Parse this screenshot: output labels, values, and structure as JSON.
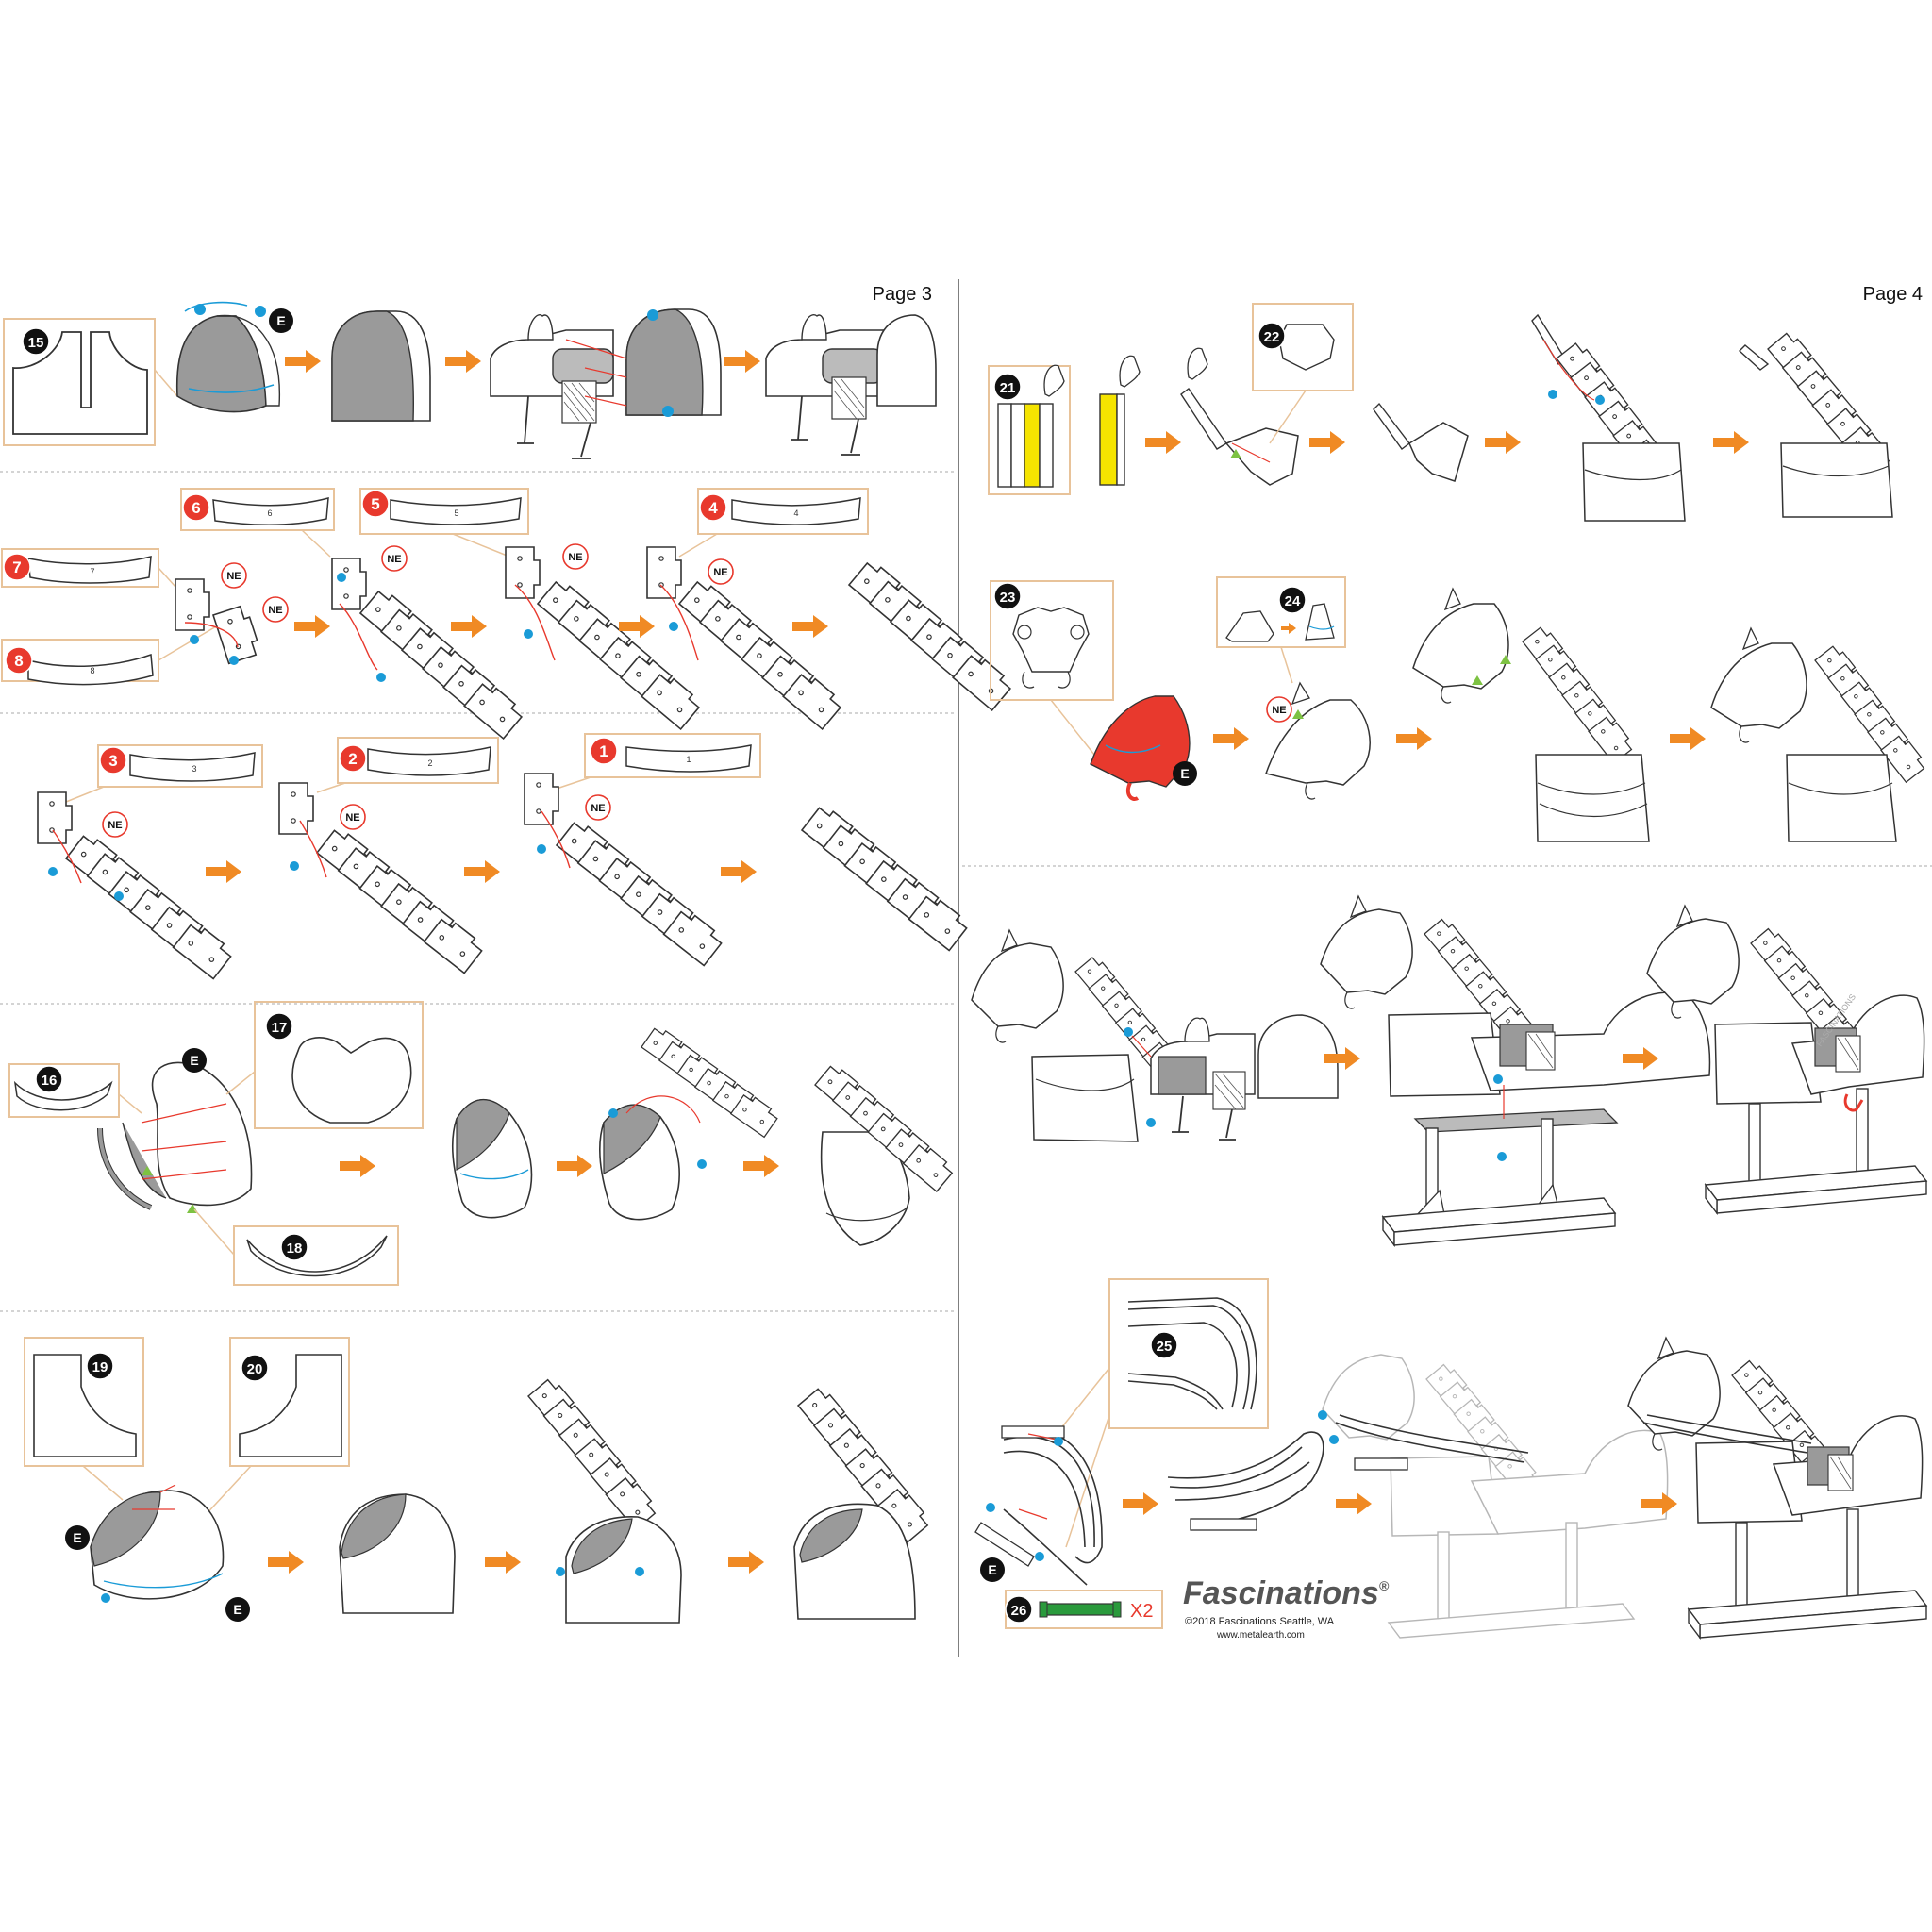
{
  "pages": [
    {
      "label": "Page 3"
    },
    {
      "label": "Page 4"
    }
  ],
  "steps": [
    {
      "num": "15",
      "style": "black"
    },
    {
      "num": "7",
      "style": "red"
    },
    {
      "num": "8",
      "style": "red"
    },
    {
      "num": "6",
      "style": "red"
    },
    {
      "num": "5",
      "style": "red"
    },
    {
      "num": "4",
      "style": "red"
    },
    {
      "num": "3",
      "style": "red"
    },
    {
      "num": "2",
      "style": "red"
    },
    {
      "num": "1",
      "style": "red"
    },
    {
      "num": "16",
      "style": "black"
    },
    {
      "num": "17",
      "style": "black"
    },
    {
      "num": "18",
      "style": "black"
    },
    {
      "num": "19",
      "style": "black"
    },
    {
      "num": "20",
      "style": "black"
    },
    {
      "num": "21",
      "style": "black"
    },
    {
      "num": "22",
      "style": "black"
    },
    {
      "num": "23",
      "style": "black"
    },
    {
      "num": "24",
      "style": "black"
    },
    {
      "num": "25",
      "style": "black"
    },
    {
      "num": "26",
      "style": "black"
    }
  ],
  "part_numbers": [
    "7",
    "8",
    "6",
    "5",
    "4",
    "3",
    "2",
    "1"
  ],
  "markers": {
    "ne": "NE",
    "e": "E",
    "multiplier": "X2"
  },
  "watermark": "FASCINATIONS",
  "brand": {
    "name": "Fascinations",
    "registered": "®",
    "copyright": "©2018 Fascinations Seattle, WA",
    "url": "www.metalearth.com"
  },
  "colors": {
    "orange": "#f08a24",
    "red": "#e8392d",
    "blue": "#1a9bd7",
    "green": "#7dc242",
    "yellow": "#f5e400",
    "gray": "#9a9a9a",
    "frame": "#e8c39a",
    "black": "#111111"
  }
}
